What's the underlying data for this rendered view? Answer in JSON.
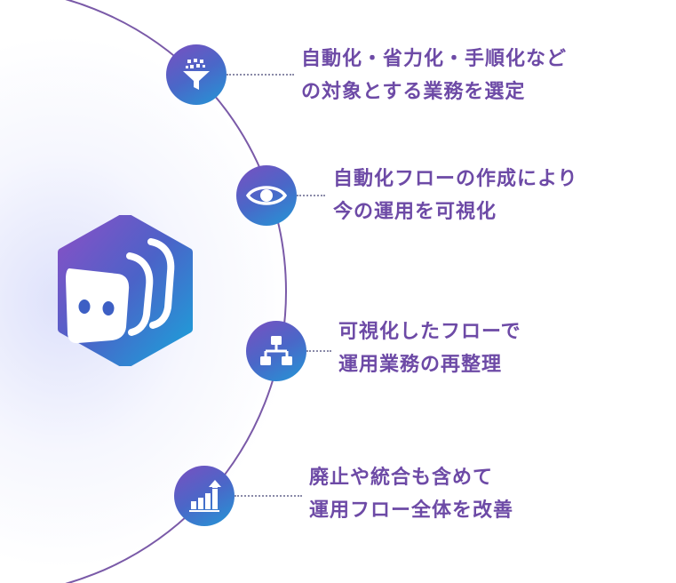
{
  "colors": {
    "text": "#6d4aa6",
    "arc": "#7a5aa8",
    "connector": "#8a8aa8",
    "gradient_start": "#7a4fc0",
    "gradient_end": "#2397d6"
  },
  "logo": {
    "icon": "robot-cube-logo-icon"
  },
  "steps": [
    {
      "icon": "funnel-icon",
      "lines": [
        "自動化・省力化・手順化など",
        "の対象とする業務を選定"
      ]
    },
    {
      "icon": "eye-icon",
      "lines": [
        "自動化フローの作成により",
        "今の運用を可視化"
      ]
    },
    {
      "icon": "flowchart-icon",
      "lines": [
        "可視化したフローで",
        "運用業務の再整理"
      ]
    },
    {
      "icon": "growth-chart-icon",
      "lines": [
        "廃止や統合も含めて",
        "運用フロー全体を改善"
      ]
    }
  ]
}
